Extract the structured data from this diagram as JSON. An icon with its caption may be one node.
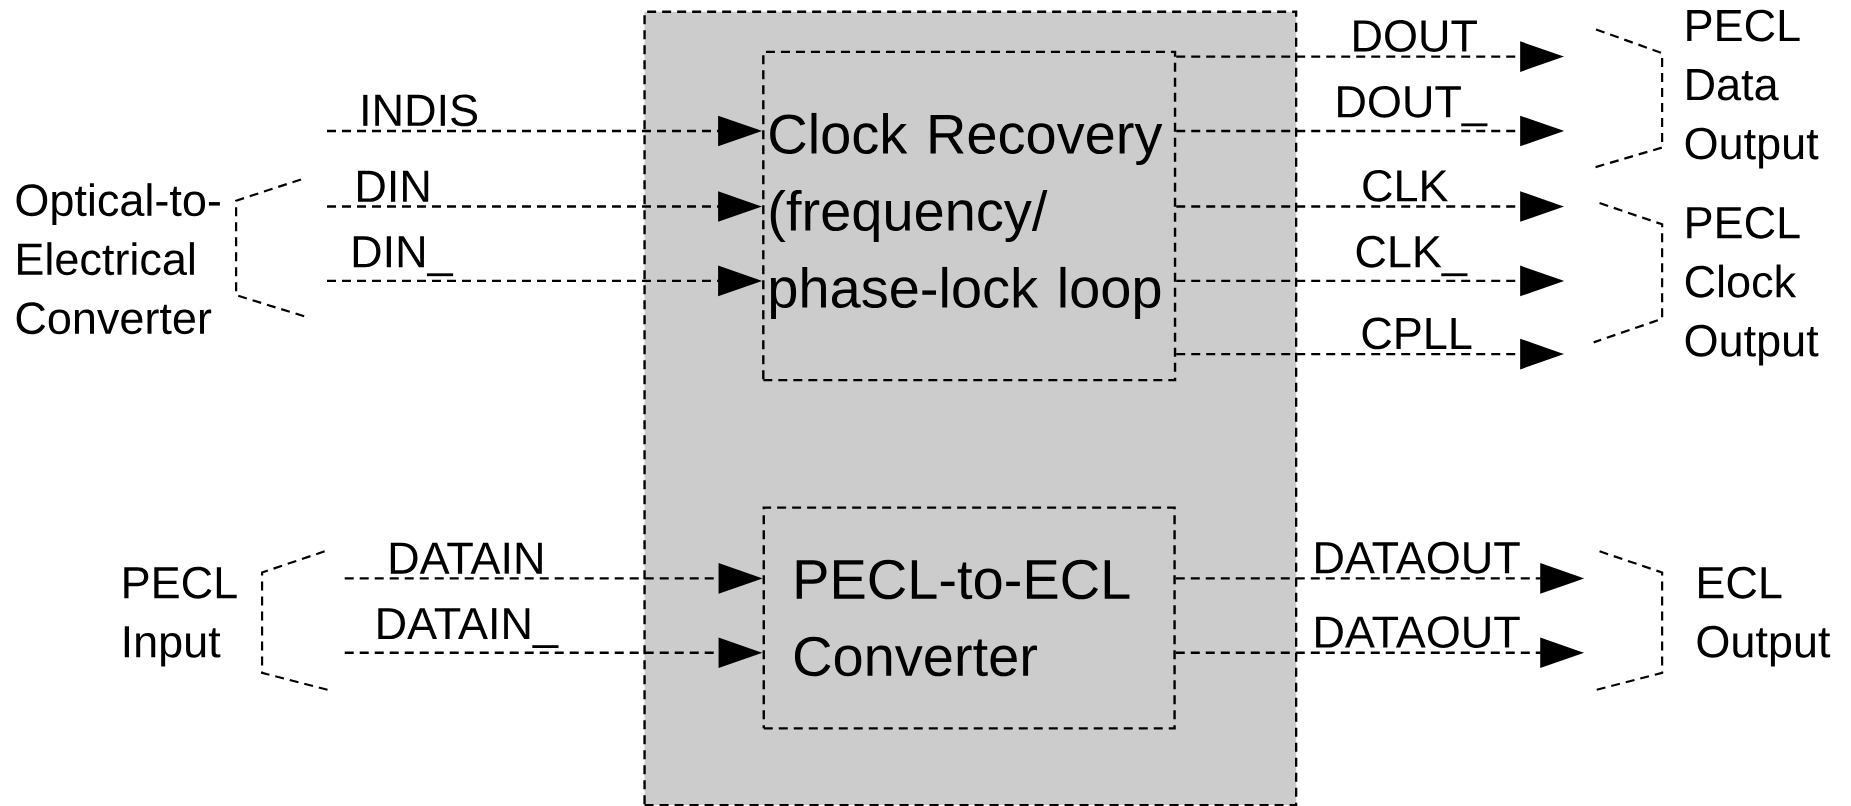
{
  "diagram": {
    "nodes": [
      {
        "text": [],
        "shape": "box"
      },
      {
        "text": [
          "Clock Recovery (frequency/ phase-lock loop"
        ],
        "in": 0
      },
      {
        "text": [
          "PECL-to-ECL Converter"
        ],
        "in": 0
      }
    ],
    "edges": [
      {
        "from": null,
        "to": 1,
        "arrow": "to",
        "label": "INDIS",
        "style": "dashed"
      },
      {
        "from": null,
        "to": 1,
        "arrow": "to",
        "label": "DIN",
        "style": "dashed"
      },
      {
        "from": null,
        "to": 1,
        "arrow": "to",
        "label": "DIN_",
        "style": "dashed"
      },
      {
        "from": null,
        "to": 2,
        "arrow": "to",
        "label": "DATAIN",
        "style": "dashed"
      },
      {
        "from": null,
        "to": 2,
        "arrow": "to",
        "label": "DATAIN_",
        "style": "dashed"
      },
      {
        "from": 1,
        "to": null,
        "arrow": "to",
        "label": "DOUT",
        "style": "dashed"
      },
      {
        "from": 1,
        "to": null,
        "arrow": "to",
        "label": "DOUT_",
        "style": "dashed"
      },
      {
        "from": 1,
        "to": null,
        "arrow": "to",
        "label": "CLK",
        "style": "dashed"
      },
      {
        "from": 1,
        "to": null,
        "arrow": "to",
        "label": "CLK_",
        "style": "dashed"
      },
      {
        "from": 1,
        "to": null,
        "arrow": "to",
        "label": "CPLL",
        "style": "dashed"
      },
      {
        "from": 2,
        "to": null,
        "arrow": "to",
        "label": "DATAOUT",
        "style": "dashed"
      },
      {
        "from": 2,
        "to": null,
        "arrow": "to",
        "label": "DATAOUT",
        "style": "dashed"
      }
    ],
    "labels": [
      "PECL Data Output",
      "Optical-to-Electrical Converter",
      "PECL Clock Output",
      "PECL Input",
      "ECL Output"
    ]
  }
}
